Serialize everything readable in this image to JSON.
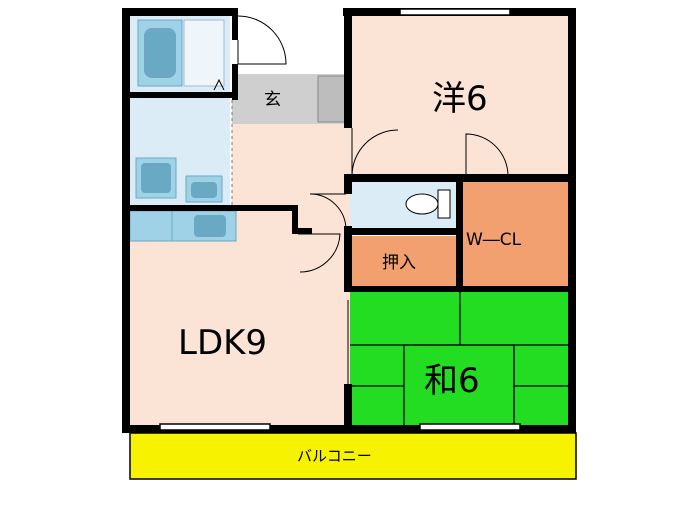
{
  "rooms": {
    "western": "洋6",
    "ldk": "LDK9",
    "japanese": "和6",
    "entrance": "玄",
    "walk_in_closet": "W―CL",
    "closet": "押入",
    "balcony": "バルコニー"
  },
  "colors": {
    "wall": "#000000",
    "room_fill": "#fbe3d6",
    "wet_area": "#dcecf7",
    "fixture": "#9fd2e6",
    "fixture_dark": "#6aa9c4",
    "tatami": "#22dd22",
    "closet": "#f3a070",
    "entrance": "#cfcfcf",
    "balcony": "#f7f200"
  }
}
